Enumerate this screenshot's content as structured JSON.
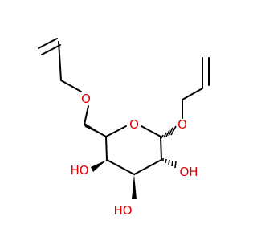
{
  "molecule": {
    "atoms": {
      "O_ring": {
        "label": "O",
        "color": "#e00000"
      },
      "O_anomeric": {
        "label": "O",
        "color": "#e00000"
      },
      "O_primary": {
        "label": "O",
        "color": "#e00000"
      },
      "OH_c4": {
        "label": "HO",
        "color": "#e00000"
      },
      "OH_c3": {
        "label": "HO",
        "color": "#e00000"
      },
      "OH_c2": {
        "label": "OH",
        "color": "#e00000"
      }
    },
    "bond_color": "#000000"
  }
}
